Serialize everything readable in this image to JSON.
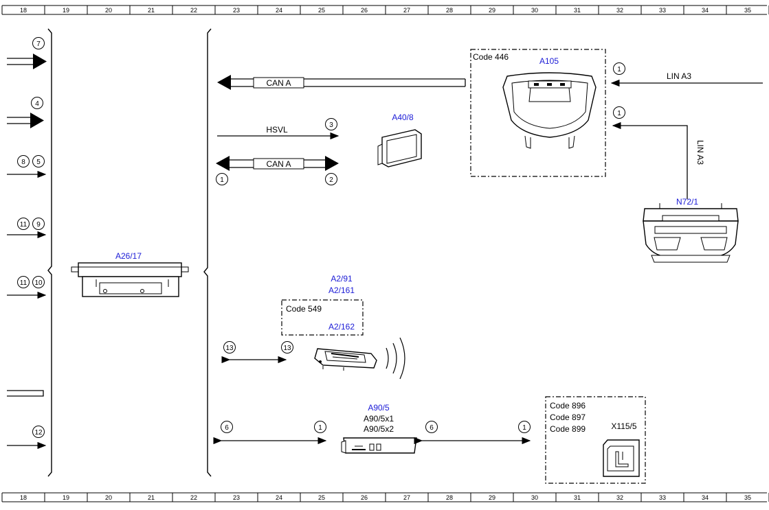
{
  "ruler": {
    "numbers": [
      "18",
      "19",
      "20",
      "21",
      "22",
      "23",
      "24",
      "25",
      "26",
      "27",
      "28",
      "29",
      "30",
      "31",
      "32",
      "33",
      "34",
      "35"
    ]
  },
  "left_connectors": {
    "row1": [
      "7"
    ],
    "row2": [
      "4"
    ],
    "row3": [
      "8",
      "5"
    ],
    "row4": [
      "11",
      "9"
    ],
    "row5": [
      "11",
      "10"
    ],
    "row6": [
      "12"
    ]
  },
  "components": {
    "a26_17": "A26/17",
    "a105": "A105",
    "a40_8": "A40/8",
    "n72_1": "N72/1",
    "a2_91": "A2/91",
    "a2_161": "A2/161",
    "a2_162": "A2/162",
    "a90_5": "A90/5",
    "a90_5x1": "A90/5x1",
    "a90_5x2": "A90/5x2",
    "x115_5": "X115/5"
  },
  "codes": {
    "code_446": "Code 446",
    "code_549": "Code 549",
    "code_896": "Code 896",
    "code_897": "Code 897",
    "code_899": "Code 899"
  },
  "buses": {
    "can_a_top": "CAN A",
    "can_a_mid": "CAN A",
    "hsvl": "HSVL",
    "lin_a3_top": "LIN A3",
    "lin_a3_vertical": "LIN A3"
  },
  "callouts": {
    "lin_top": "1",
    "lin_vertical": "1",
    "hsvl": "3",
    "can_left": "1",
    "can_right": "2",
    "a2_left": "13",
    "a2_right": "13",
    "a90_left": "6",
    "a90_right": "1",
    "x115_left": "6",
    "x115_right": "1"
  },
  "colors": {
    "component_label": "#1a1ad6",
    "line": "#000000"
  }
}
